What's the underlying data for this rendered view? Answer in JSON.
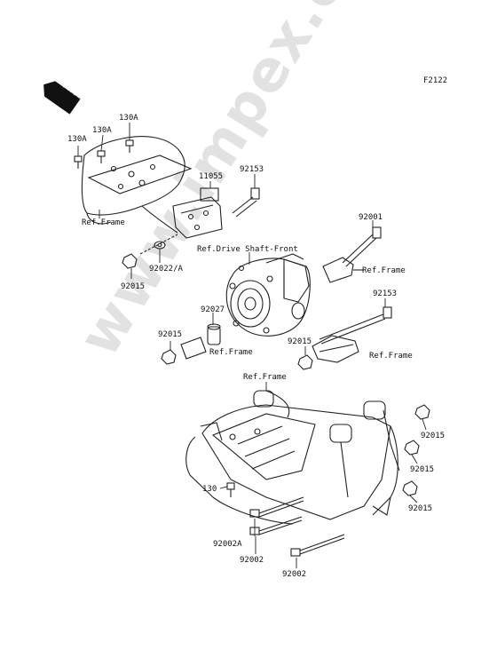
{
  "figure_code": "F2122",
  "front_label": "FRONT",
  "watermark": "www.impex.com",
  "callouts": {
    "c130a_left": "130A",
    "c130a_mid": "130A",
    "c130a_right": "130A",
    "c11055": "11055",
    "c92153_top": "92153",
    "ref_frame_top": "Ref.Frame",
    "ref_drive_shaft": "Ref.Drive Shaft-Front",
    "c92001": "92001",
    "ref_frame_right_upper": "Ref.Frame",
    "c92015_left_top": "92015",
    "c92022a": "92022/A",
    "c92027": "92027",
    "c92153_right": "92153",
    "c92015_left_mid": "92015",
    "ref_frame_bracket_left": "Ref.Frame",
    "c92015_center": "92015",
    "ref_frame_right_lower": "Ref.Frame",
    "ref_frame_cradle": "Ref.Frame",
    "c92015_r1": "92015",
    "c92015_r2": "92015",
    "c92015_r3": "92015",
    "c130_bottom": "130",
    "c92002a": "92002A",
    "c92002_mid": "92002",
    "c92002_bottom": "92002"
  }
}
